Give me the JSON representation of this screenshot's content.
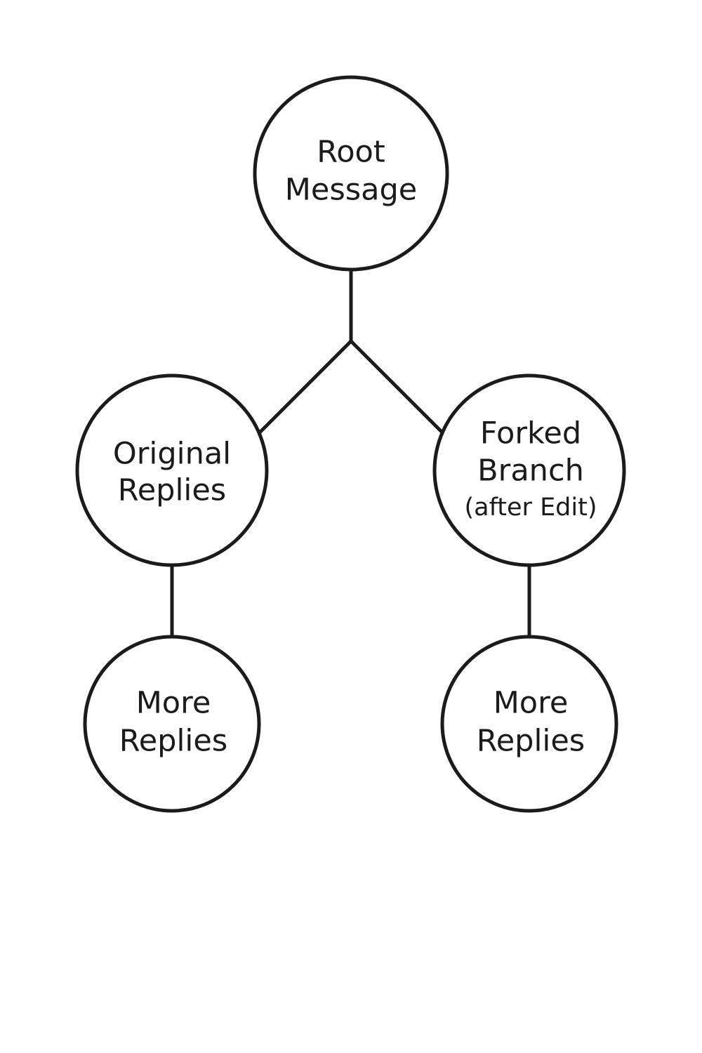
{
  "colors": {
    "stroke": "#1b1b1b",
    "background": "#ffffff",
    "text": "#1b1b1b"
  },
  "nodes": {
    "root": {
      "line1": "Root",
      "line2": "Message"
    },
    "original": {
      "line1": "Original",
      "line2": "Replies"
    },
    "forked": {
      "line1": "Forked",
      "line2": "Branch",
      "line3": "(after Edit)"
    },
    "more_left": {
      "line1": "More",
      "line2": "Replies"
    },
    "more_right": {
      "line1": "More",
      "line2": "Replies"
    }
  }
}
